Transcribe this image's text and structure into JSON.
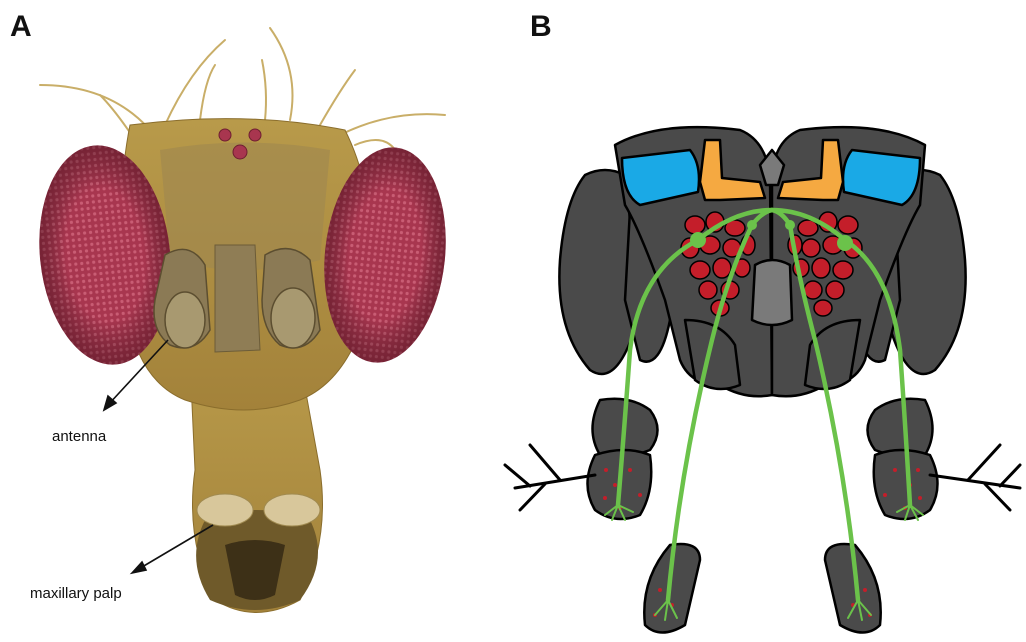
{
  "panels": {
    "a": {
      "letter": "A"
    },
    "b": {
      "letter": "B"
    }
  },
  "labels": {
    "antenna": "antenna",
    "maxillary_palp": "maxillary palp"
  },
  "colors": {
    "head_cuticle": "#b89a4a",
    "eye": "#a8364f",
    "brain": "#4a4a4a",
    "midline": "#7a7a7a",
    "calyx": "#f5a941",
    "lateral_horn": "#1aa9e6",
    "glomeruli": "#c41e2a",
    "neurons": "#6bc24a"
  }
}
